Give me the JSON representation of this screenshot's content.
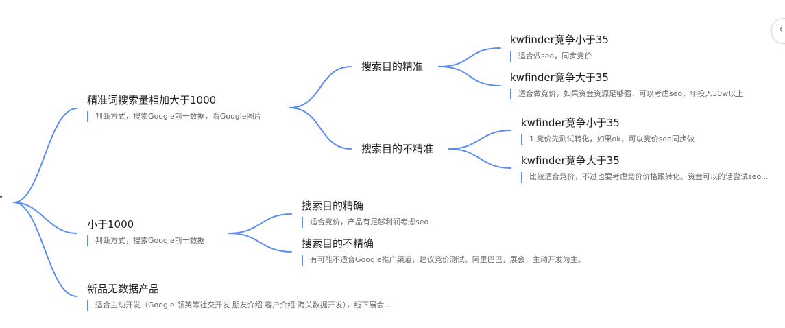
{
  "mindmap": {
    "line_color": "#5b8def",
    "branches": [
      {
        "title": "精准词搜索量相加大于1000",
        "note": "判断方式，搜索Google前十数据，看Google图片",
        "children": [
          {
            "title": "搜索目的精准",
            "children": [
              {
                "title": "kwfinder竞争小于35",
                "note": "适合做seo，同步竞价"
              },
              {
                "title": "kwfinder竞争大于35",
                "note": "适合做竞价，如果资金资源足够强，可以考虑seo，年投入30w以上"
              }
            ]
          },
          {
            "title": "搜索目的不精准",
            "children": [
              {
                "title": "kwfinder竞争小于35",
                "note": "1.竞价先测试转化，如果ok，可以竞价seo同步做"
              },
              {
                "title": "kwfinder竞争大于35",
                "note": "比较适合竞价，不过也要考虑竞价价格跟转化。资金可以的话尝试seo..."
              }
            ]
          }
        ]
      },
      {
        "title": "小于1000",
        "note": "判断方式，搜索Google前十数据",
        "children": [
          {
            "title": "搜索目的精确",
            "note": "适合竞价，产品有足够利润考虑seo"
          },
          {
            "title": "搜索目的不精确",
            "note": "有可能不适合Google推广渠道，建议竞价测试。阿里巴巴，展会，主动开发为主。"
          }
        ]
      },
      {
        "title": "新品无数据产品",
        "note": "适合主动开发（Google 领英等社交开发 朋友介绍 客户介绍 海关数据开发），线下展会..."
      }
    ]
  }
}
